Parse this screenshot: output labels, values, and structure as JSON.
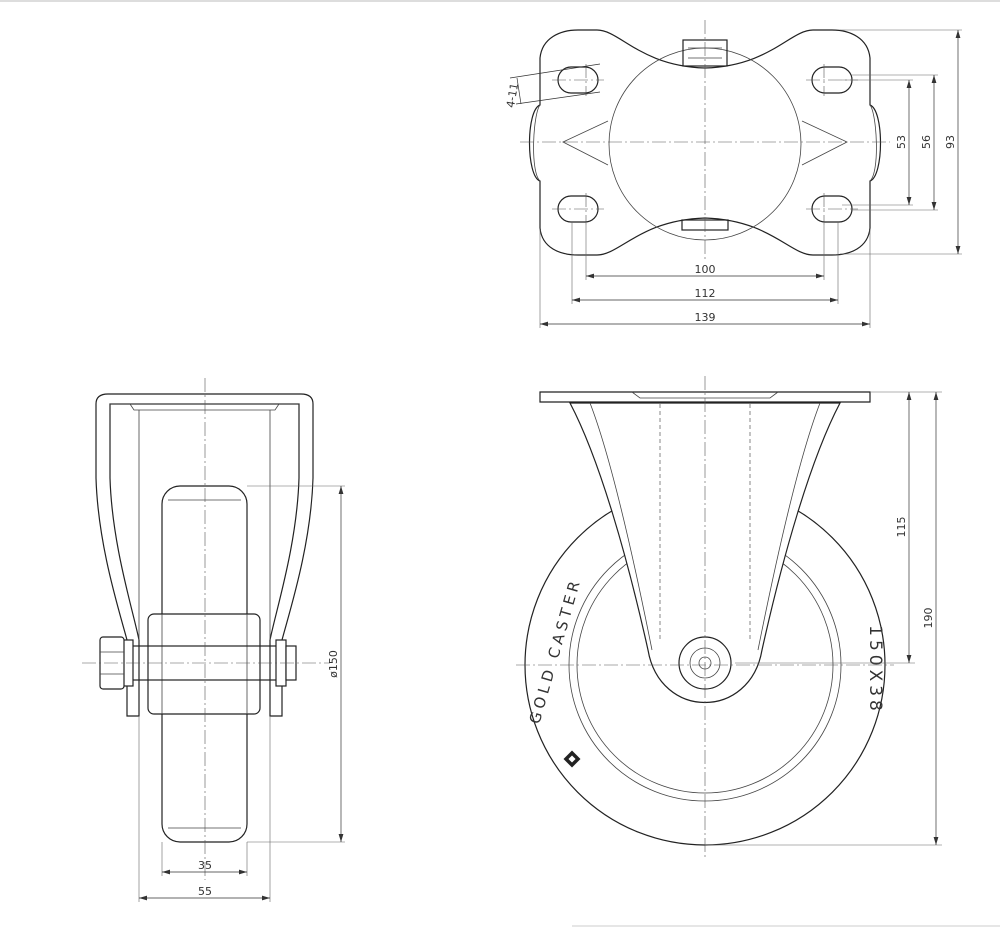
{
  "colors": {
    "line": "#222222",
    "dim": "#333333",
    "background": "#ffffff"
  },
  "icons": [
    "gold-caster-logo-icon"
  ],
  "top_view": {
    "hole_callout": "4-11",
    "dim_hole_pitch_width": "100",
    "dim_hole_span_width": "112",
    "dim_plate_width": "139",
    "dim_hole_pitch_depth": "53",
    "dim_hole_span_depth": "56",
    "dim_plate_depth": "93"
  },
  "side_view": {
    "dim_wheel_diameter": "ø150",
    "dim_tread_width": "35",
    "dim_overall_width": "55"
  },
  "front_view": {
    "wheel_brand_text": "GOLD CASTER",
    "wheel_size_text": "150X38",
    "dim_axle_height": "115",
    "dim_overall_height": "190"
  }
}
